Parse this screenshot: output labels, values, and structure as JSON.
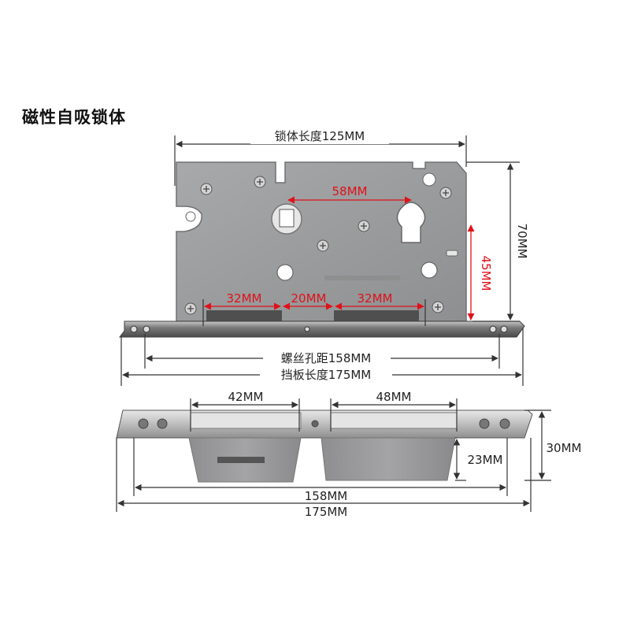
{
  "title": "磁性自吸锁体",
  "labels": {
    "body_length": "锁体长度125MM",
    "keyhole_to_square": "58MM",
    "height_70": "70MM",
    "height_45": "45MM",
    "bolt_left": "32MM",
    "bolt_gap": "20MM",
    "bolt_right": "32MM",
    "screw_spacing": "螺丝孔距158MM",
    "faceplate_length": "挡板长度175MM",
    "strike_left": "42MM",
    "strike_right": "48MM",
    "strike_height": "30MM",
    "strike_box_height": "23MM",
    "strike_screw_spacing": "158MM",
    "strike_length": "175MM"
  }
}
